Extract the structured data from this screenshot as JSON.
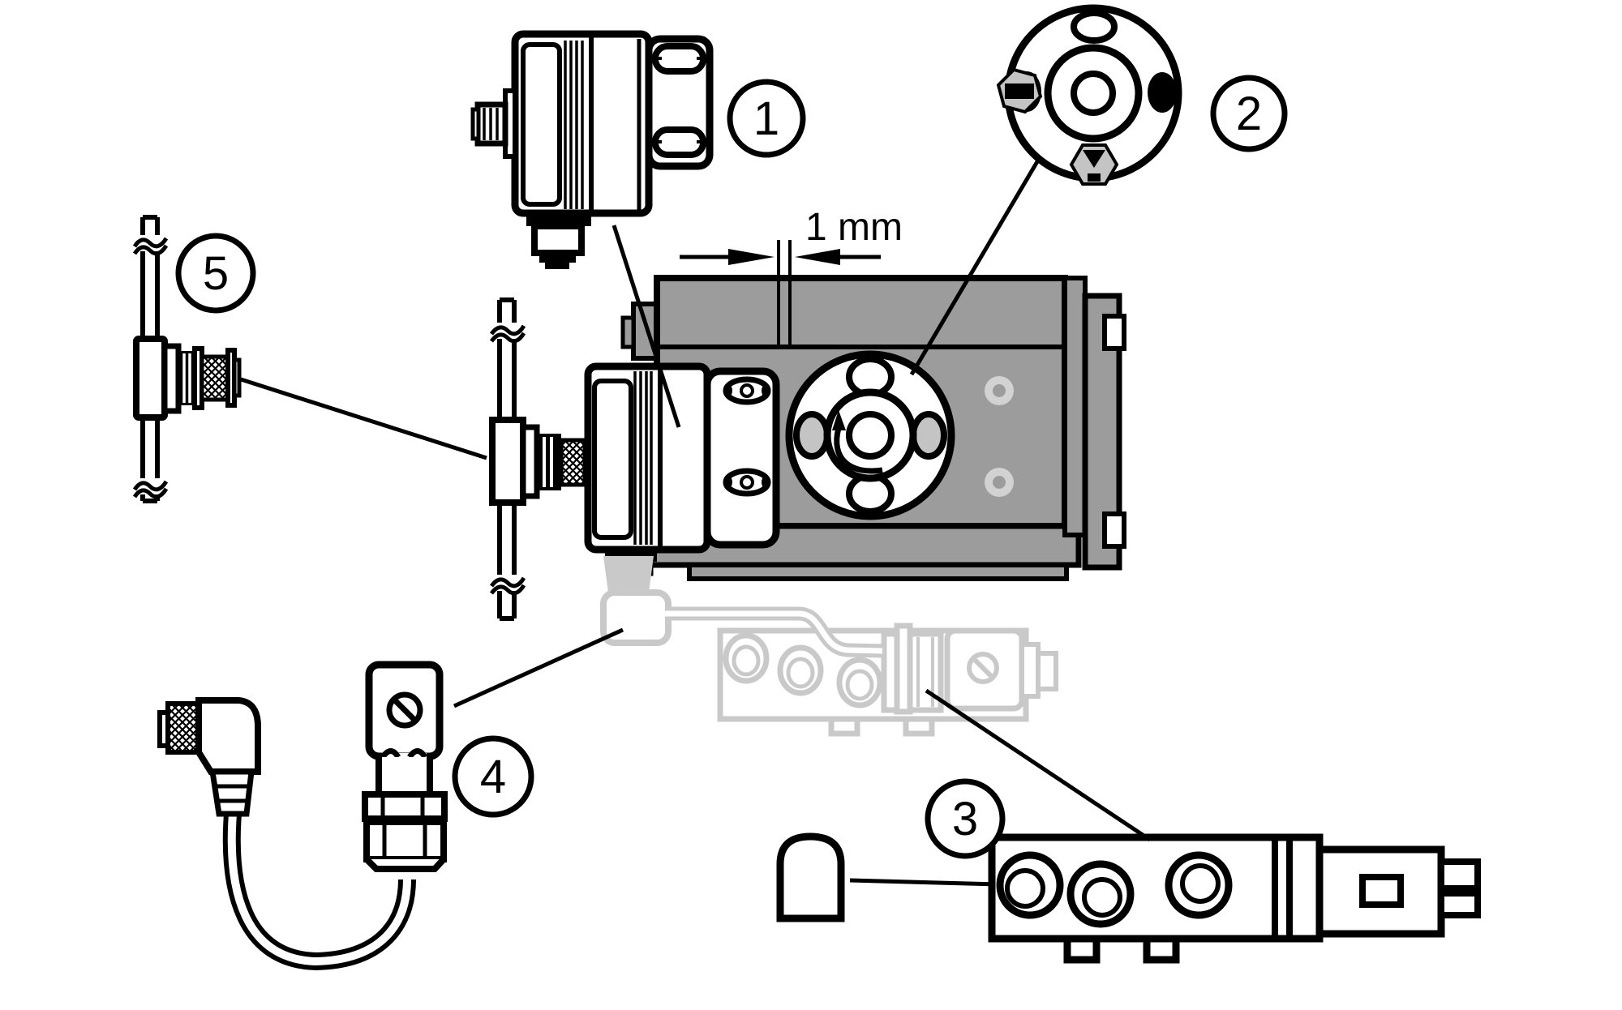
{
  "diagram": {
    "dimension": {
      "label": "1 mm"
    },
    "callouts": [
      {
        "number": "1",
        "part": "limit-switch-sensor"
      },
      {
        "number": "2",
        "part": "coupling-adapter-disc"
      },
      {
        "number": "3",
        "part": "pilot-valve-block"
      },
      {
        "number": "4",
        "part": "cable-with-elbow-plug"
      },
      {
        "number": "5",
        "part": "sensor-on-mounting-rod"
      }
    ],
    "colors": {
      "line": "#000000",
      "body": "#9c9c9c",
      "light": "#c4c4c4",
      "ghost": "#c9c9c9",
      "hole": "#d2d2d2",
      "bg": "#ffffff"
    }
  }
}
